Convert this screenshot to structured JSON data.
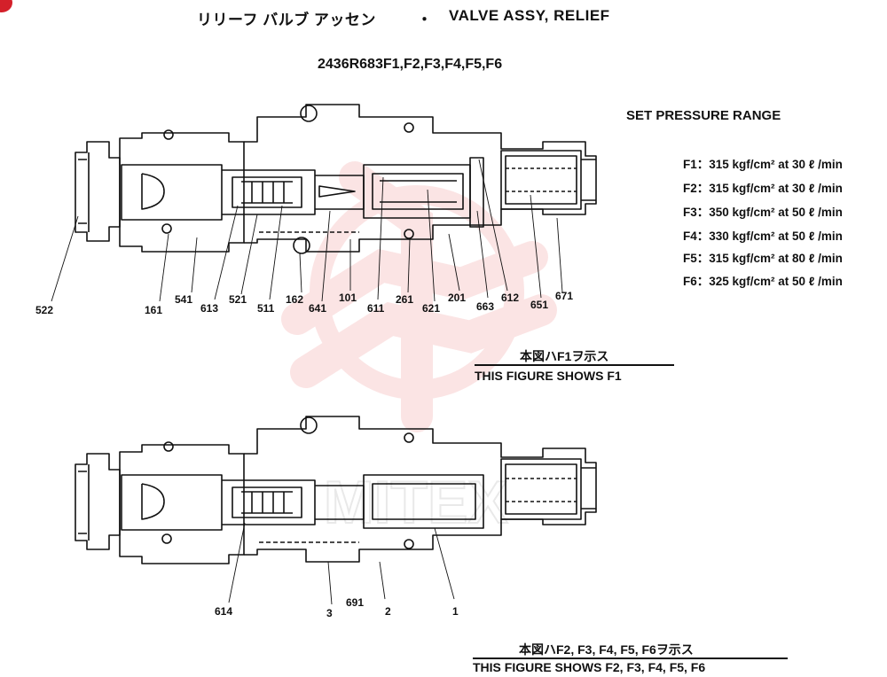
{
  "header": {
    "title_jp": "リリーフ バルブ アッセン",
    "title_sep": "・",
    "title_en": "VALVE ASSY, RELIEF",
    "part_number": "2436R683F1,F2,F3,F4,F5,F6"
  },
  "pressure": {
    "heading": "SET PRESSURE RANGE",
    "rows": [
      "F1：315 kgf/cm² at 30 ℓ /min",
      "F2：315 kgf/cm² at 30 ℓ /min",
      "F3：350 kgf/cm² at 50 ℓ /min",
      "F4：330 kgf/cm² at 50 ℓ /min",
      "F5：315 kgf/cm² at 80 ℓ /min",
      "F6：325 kgf/cm² at 50 ℓ /min"
    ]
  },
  "figure1": {
    "labels": [
      "522",
      "161",
      "541",
      "613",
      "521",
      "511",
      "162",
      "641",
      "101",
      "611",
      "261",
      "621",
      "201",
      "663",
      "612",
      "651",
      "671"
    ],
    "caption_jp": "本図ハF1ヲ示ス",
    "caption_en": "THIS FIGURE SHOWS   F1"
  },
  "figure2": {
    "labels": [
      "614",
      "3",
      "691",
      "2",
      "1"
    ],
    "caption_jp": "本図ハF2, F3, F4, F5, F6ヲ示ス",
    "caption_en": "THIS FIGURE SHOWS   F2, F3, F4, F5, F6"
  },
  "watermark": {
    "text": "MITEX"
  },
  "colors": {
    "ink": "#111111",
    "watermark": "#e23b3b",
    "corner_mark": "#d4202a"
  }
}
